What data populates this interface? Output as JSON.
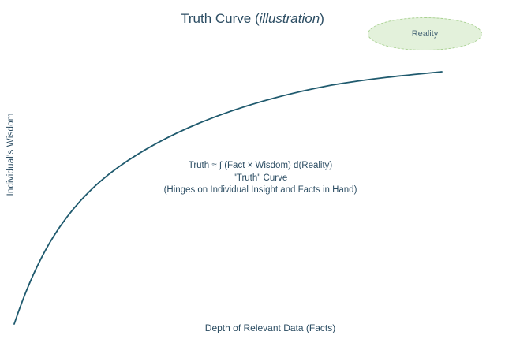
{
  "title": {
    "main": "Truth Curve ",
    "emphasis": "illustration",
    "open_paren": "(",
    "close_paren": ")"
  },
  "reality_label": "Reality",
  "y_axis_label": "Individual's Wisdom",
  "x_axis_label": "Depth of Relevant Data (Facts)",
  "annotation": {
    "formula": "Truth ≈ ∫ (Fact × Wisdom) d(Reality)",
    "curve_name": "\"Truth\" Curve",
    "caption": "(Hinges on Individual Insight and Facts in Hand)"
  },
  "colors": {
    "curve": "#1f5a6e",
    "text": "#2c4d63",
    "reality_fill": "#e3f1db",
    "reality_border": "#a7d08f"
  }
}
